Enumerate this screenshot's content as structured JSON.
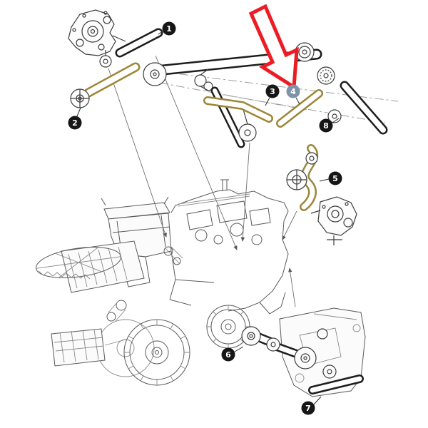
{
  "diagram": {
    "type": "exploded-parts-diagram",
    "subject": "combine-harvester-belt-drives",
    "callouts": [
      {
        "label": "1",
        "highlighted": false
      },
      {
        "label": "2",
        "highlighted": false
      },
      {
        "label": "3",
        "highlighted": false
      },
      {
        "label": "4",
        "highlighted": true
      },
      {
        "label": "5",
        "highlighted": false
      },
      {
        "label": "6",
        "highlighted": false
      },
      {
        "label": "7",
        "highlighted": false
      },
      {
        "label": "8",
        "highlighted": false
      }
    ],
    "highlighted_callout": "4",
    "annotations": [
      {
        "name": "highlight-arrow",
        "points_to_callout": "4"
      }
    ],
    "colors": {
      "badge": "#161616",
      "badge_highlighted": "#7f93a8",
      "badge_text": "#ffffff",
      "arrow": "#ec1c24",
      "belt_highlight": "#9c8637",
      "line_art": "#5a5a5a"
    }
  }
}
